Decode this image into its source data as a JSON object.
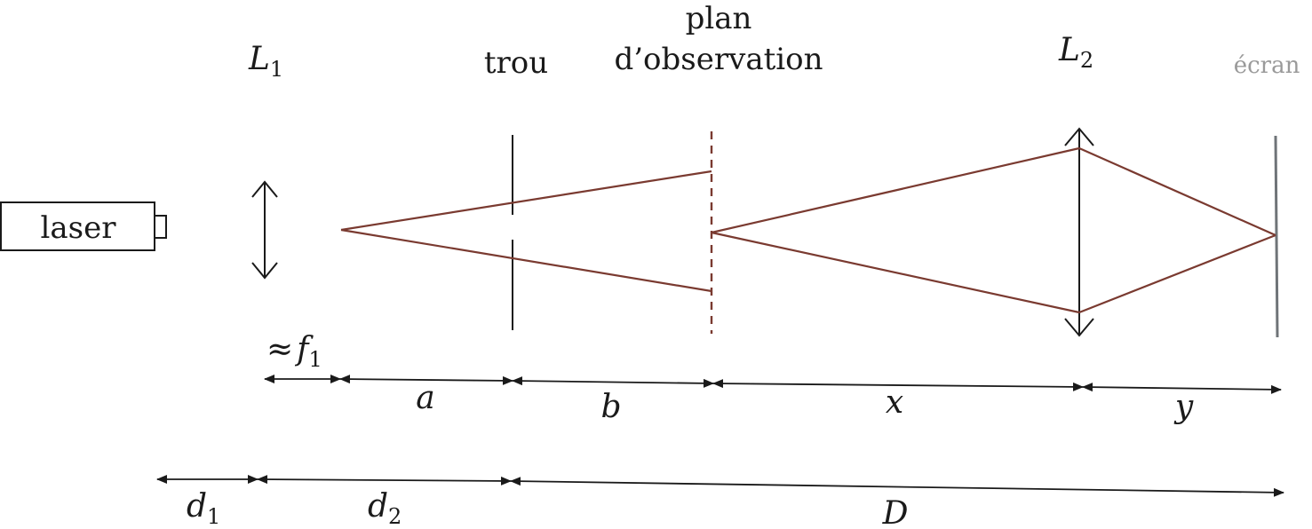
{
  "labels": {
    "laser": "laser",
    "lens1": "L",
    "lens1_sub": "1",
    "hole": "trou",
    "observation_line1": "plan",
    "observation_line2": "d’observation",
    "lens2": "L",
    "lens2_sub": "2",
    "screen": "écran"
  },
  "dimensions": {
    "approx": "≈",
    "f": "f",
    "f_sub": "1",
    "a": "a",
    "b": "b",
    "x": "x",
    "y": "y",
    "d": "d",
    "d1_sub": "1",
    "d2_sub": "2",
    "D": "D"
  },
  "colors": {
    "beam": "#7a3a30",
    "optics": "#1a1a1a",
    "screen": "#6f7478"
  }
}
